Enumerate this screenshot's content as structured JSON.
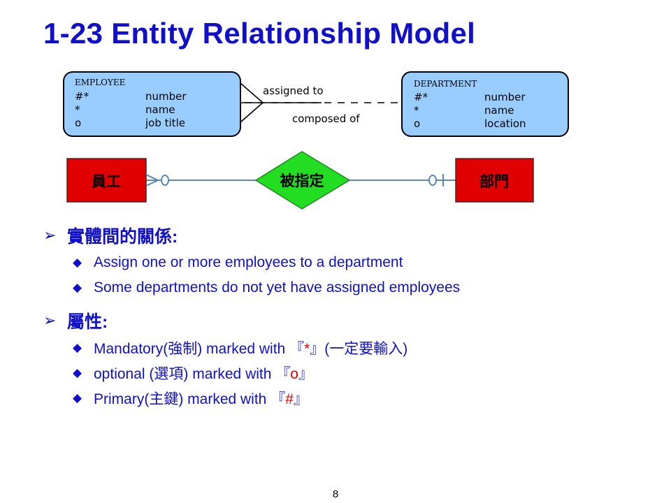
{
  "title": "1-23 Entity Relationship Model",
  "diagram": {
    "employee": {
      "name": "EMPLOYEE",
      "attributes": [
        {
          "marker": "#*",
          "field": "number"
        },
        {
          "marker": "*",
          "field": "name"
        },
        {
          "marker": "o",
          "field": "job title"
        }
      ]
    },
    "department": {
      "name": "DEPARTMENT",
      "attributes": [
        {
          "marker": "#*",
          "field": "number"
        },
        {
          "marker": "*",
          "field": "name"
        },
        {
          "marker": "o",
          "field": "location"
        }
      ]
    },
    "relationship_labels": {
      "top": "assigned to",
      "bottom": "composed of"
    },
    "er": {
      "left_entity": "員工",
      "relationship": "被指定",
      "right_entity": "部門"
    },
    "colors": {
      "entity_fill": "#99ccff",
      "er_entity_fill": "#e00000",
      "er_relationship_fill": "#22dd22",
      "er_line": "#5588bb"
    }
  },
  "bullets": [
    {
      "heading": "實體間的關係:",
      "items": [
        {
          "parts": [
            {
              "text": "Assign one or more employees to a department"
            }
          ]
        },
        {
          "parts": [
            {
              "text": "Some departments do not yet have assigned employees"
            }
          ]
        }
      ]
    },
    {
      "heading": "屬性:",
      "items": [
        {
          "parts": [
            {
              "text": "Mandatory(強制) marked with 『"
            },
            {
              "text": "*",
              "red": true
            },
            {
              "text": "』(一定要輸入)"
            }
          ]
        },
        {
          "parts": [
            {
              "text": "optional (選項) marked with 『"
            },
            {
              "text": "o",
              "red": true
            },
            {
              "text": "』"
            }
          ]
        },
        {
          "parts": [
            {
              "text": "Primary(主鍵) marked with 『"
            },
            {
              "text": "#",
              "red": true
            },
            {
              "text": "』"
            }
          ]
        }
      ]
    }
  ],
  "page_number": "8"
}
